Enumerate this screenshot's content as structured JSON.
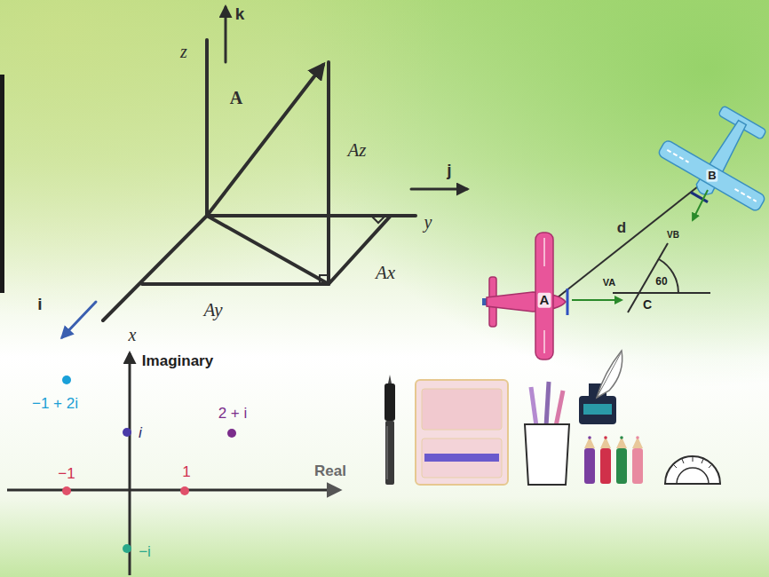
{
  "diagram": {
    "labels": [
      "k",
      "z",
      "A",
      "Az",
      "j",
      "y",
      "i",
      "Ax",
      "Ay",
      "x",
      "Imaginary",
      "−1 + 2i",
      "i",
      "2 + i",
      "−1",
      "1",
      "Real",
      "−i",
      "d",
      "B",
      "VB",
      "60",
      "A",
      "VA",
      "C"
    ]
  }
}
